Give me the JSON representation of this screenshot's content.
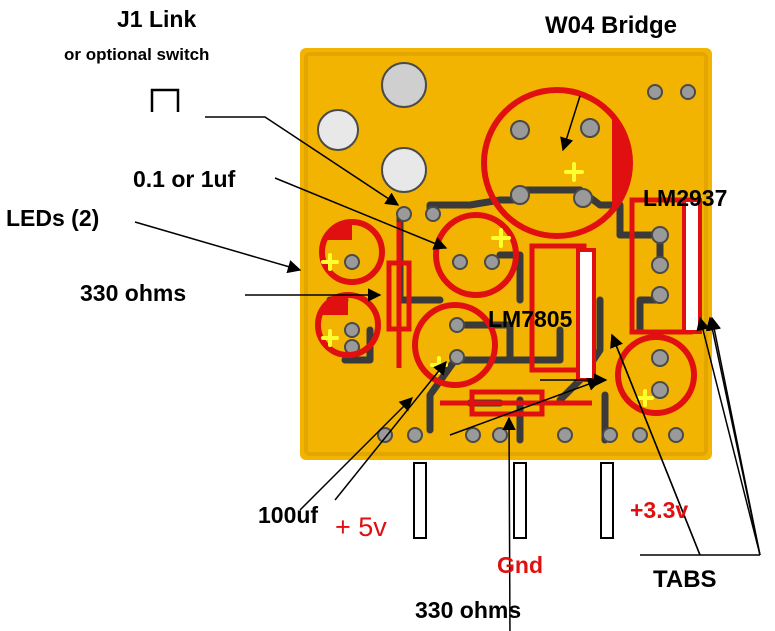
{
  "labels": {
    "j1_link": "J1 Link",
    "j1_sub": "or optional switch",
    "w04_bridge": "W04 Bridge",
    "cap_small": "0.1 or 1uf",
    "leds": "LEDs (2)",
    "resistor_top": "330 ohms",
    "lm2937": "LM2937",
    "lm7805": "LM7805",
    "cap_100uf": "100uf",
    "plus_5v": "+ 5v",
    "plus_3v3": "+3.3v",
    "gnd": "Gnd",
    "tabs": "TABS",
    "resistor_bottom": "330 ohms"
  },
  "colors": {
    "board": "#f2b400",
    "board_dark": "#c98f00",
    "trace": "#3a3a3a",
    "pad": "#9a9a9a",
    "marker": "#e01010",
    "plus_sign": "#ffff30",
    "label": "#000000",
    "voltage": "#e01010"
  }
}
